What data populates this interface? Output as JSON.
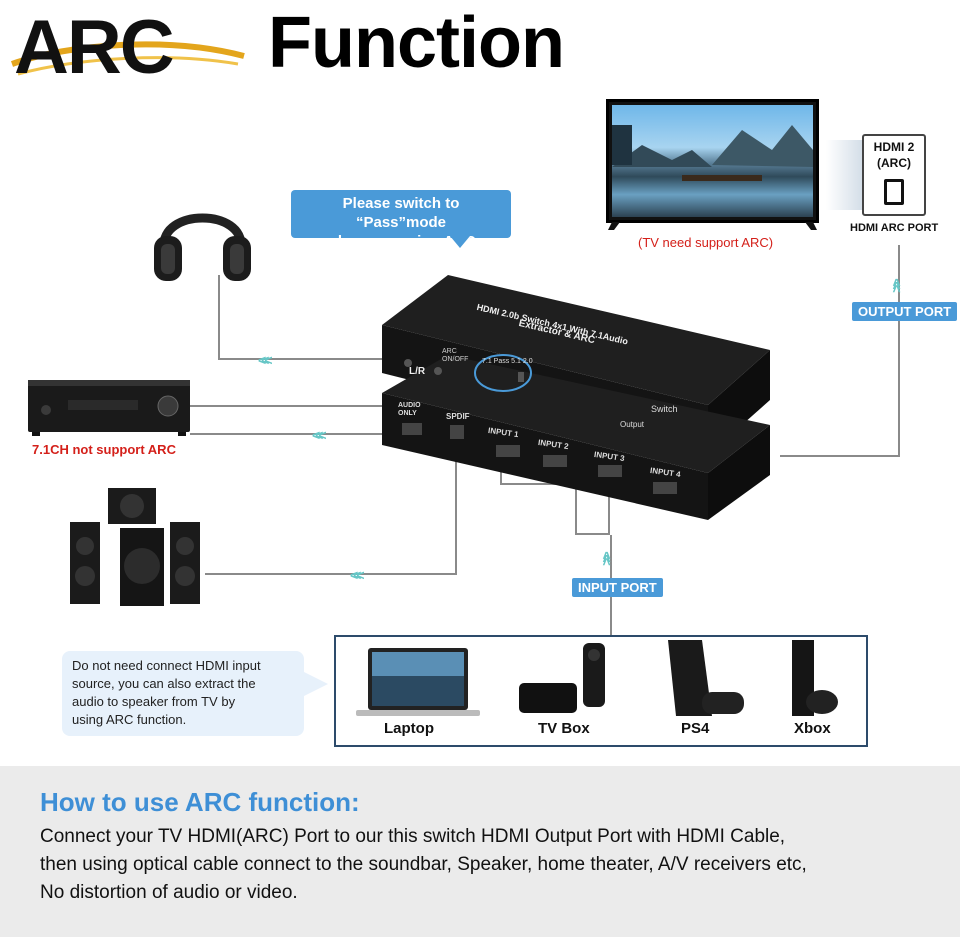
{
  "header": {
    "logo_text": "ARC",
    "title": "Function"
  },
  "callout": {
    "line1": "Please switch to “Pass”mode",
    "line2": "when you using ARC function."
  },
  "tv": {
    "note": "(TV need support ARC)",
    "port_box_line1": "HDMI 2",
    "port_box_line2": "(ARC)",
    "port_caption": "HDMI ARC PORT"
  },
  "tags": {
    "output_port": "OUTPUT PORT",
    "input_port": "INPUT PORT"
  },
  "receiver_note": "7.1CH not support ARC",
  "switch_labels": {
    "top_line1": "HDMI 2.0b Switch 4x1 With 7.1Audio",
    "top_line2": "Extractor & ARC",
    "lr": "L/R",
    "arc_toggle": "ARC ON/OFF",
    "switch_btn": "Switch",
    "audio_only": "AUDIO ONLY",
    "spdif": "SPDIF",
    "input1": "INPUT 1",
    "input2": "INPUT 2",
    "input3": "INPUT 3",
    "input4": "INPUT 4",
    "output": "Output",
    "mode_labels": "7.1  Pass  5.1  2.0"
  },
  "devices": [
    {
      "label": "Laptop"
    },
    {
      "label": "TV Box"
    },
    {
      "label": "PS4"
    },
    {
      "label": "Xbox"
    }
  ],
  "note_bubble": {
    "line1": "Do not need connect HDMI input",
    "line2": "source, you can also extract the",
    "line3": "audio to speaker from TV by",
    "line4": "using ARC function."
  },
  "footer": {
    "title": "How to use ARC function:",
    "line1": "Connect your TV HDMI(ARC) Port to our this switch HDMI Output Port with HDMI Cable,",
    "line2": "then using optical cable connect to the soundbar, Speaker, home theater, A/V receivers etc,",
    "line3": "No distortion of audio or video."
  },
  "colors": {
    "accent_blue": "#4a9ad8",
    "title_blue": "#3e8fd6",
    "warning_red": "#d4201a",
    "device_border": "#2d4b6b",
    "arrow_teal": "#66c6c6"
  }
}
